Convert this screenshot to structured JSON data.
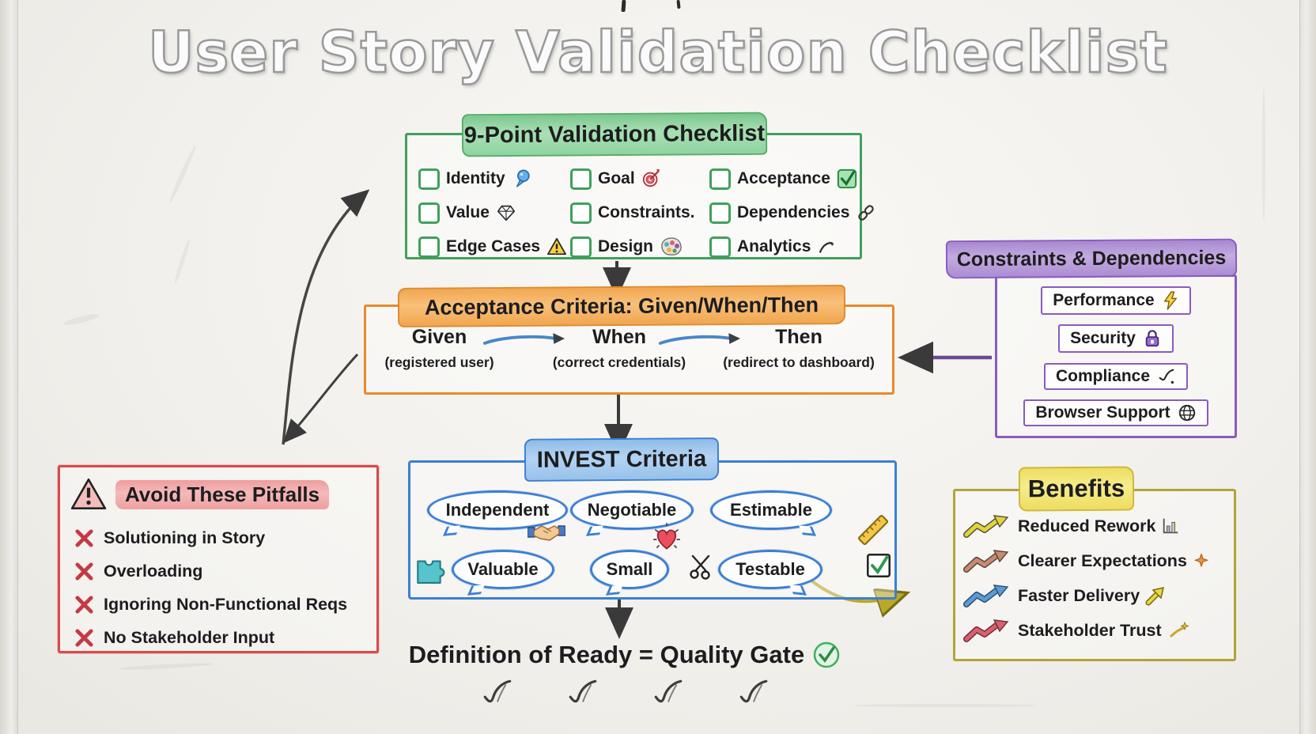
{
  "title": "User Story Validation Checklist",
  "checklist": {
    "title": "9-Point Validation Checklist",
    "items": [
      {
        "label": "Identity",
        "icon": "pin-icon"
      },
      {
        "label": "Goal",
        "icon": "target-icon"
      },
      {
        "label": "Acceptance",
        "icon": "checked-box-icon"
      },
      {
        "label": "Value",
        "icon": "diamond-icon"
      },
      {
        "label": "Constraints.",
        "icon": "none"
      },
      {
        "label": "Dependencies",
        "icon": "link-icon"
      },
      {
        "label": "Edge Cases",
        "icon": "warning-icon"
      },
      {
        "label": "Design",
        "icon": "palette-icon"
      },
      {
        "label": "Analytics",
        "icon": "trend-arrow-icon"
      }
    ]
  },
  "acceptance_criteria": {
    "title": "Acceptance Criteria: Given/When/Then",
    "steps": [
      {
        "label": "Given",
        "detail": "(registered user)"
      },
      {
        "label": "When",
        "detail": "(correct credentials)"
      },
      {
        "label": "Then",
        "detail": "(redirect to dashboard)"
      }
    ]
  },
  "constraints": {
    "title": "Constraints & Dependencies",
    "items": [
      {
        "label": "Performance",
        "icon": "lightning-icon"
      },
      {
        "label": "Security",
        "icon": "lock-icon"
      },
      {
        "label": "Compliance",
        "icon": "check-mark-icon"
      },
      {
        "label": "Browser Support",
        "icon": "globe-icon"
      }
    ]
  },
  "invest": {
    "title": "INVEST Criteria",
    "items": [
      {
        "label": "Independent"
      },
      {
        "label": "Negotiable"
      },
      {
        "label": "Estimable"
      },
      {
        "label": "Valuable"
      },
      {
        "label": "Small"
      },
      {
        "label": "Testable"
      }
    ],
    "icons": [
      "handshake-icon",
      "heart-icon",
      "ruler-icon",
      "puzzle-icon",
      "scissors-icon",
      "checked-box-icon"
    ]
  },
  "pitfalls": {
    "title": "Avoid These Pitfalls",
    "items": [
      "Solutioning in Story",
      "Overloading",
      "Ignoring Non-Functional Reqs",
      "No Stakeholder Input"
    ]
  },
  "benefits": {
    "title": "Benefits",
    "items": [
      {
        "label": "Reduced Rework",
        "icon": "chart-icon",
        "arrow_color": "#e2d33c"
      },
      {
        "label": "Clearer Expectations",
        "icon": "spark-icon",
        "arrow_color": "#c98a72"
      },
      {
        "label": "Faster Delivery",
        "icon": "up-arrow-icon",
        "arrow_color": "#5b9bd5"
      },
      {
        "label": "Stakeholder Trust",
        "icon": "sparkle-icon",
        "arrow_color": "#d9606e"
      }
    ]
  },
  "footer": {
    "label": "Definition of Ready = Quality Gate",
    "icon": "quality-check-icon",
    "checkmark_count": 4
  },
  "colors": {
    "checklist_green": "#3fa05c",
    "acceptance_orange": "#e78a2b",
    "constraints_purple": "#8a5bbf",
    "invest_blue": "#3b7fd4",
    "pitfalls_red": "#d94a4a",
    "benefits_border": "#b0a437",
    "benefits_highlight": "#f2e56b",
    "quality_green": "#3fae5e",
    "arrow_dark": "#3a3a3a"
  }
}
